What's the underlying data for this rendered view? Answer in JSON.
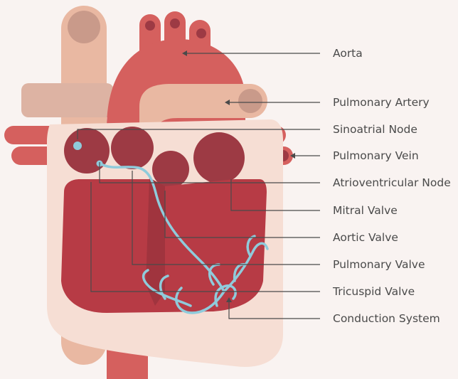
{
  "labels": {
    "aorta": "Aorta",
    "pulmonary_artery": "Pulmonary Artery",
    "sinoatrial_node": "Sinoatrial Node",
    "pulmonary_vein": "Pulmonary Vein",
    "atrioventricular_node": "Atrioventricular Node",
    "mitral_valve": "Mitral Valve",
    "aortic_valve": "Aortic Valve",
    "pulmonary_valve": "Pulmonary Valve",
    "tricuspid_valve": "Tricuspid Valve",
    "conduction_system": "Conduction System"
  },
  "colors": {
    "background": "#f9f3f1",
    "vena_cava": "#e9b8a2",
    "vena_cava_dark": "#c99a8a",
    "aorta": "#d5605e",
    "pulmonary_artery": "#e9b8a2",
    "pericardium": "#f6ded4",
    "chamber_dark": "#9d3a44",
    "ventricle": "#b73b45",
    "conduction": "#8fcbdb",
    "leader_line": "#4a4a4a"
  }
}
